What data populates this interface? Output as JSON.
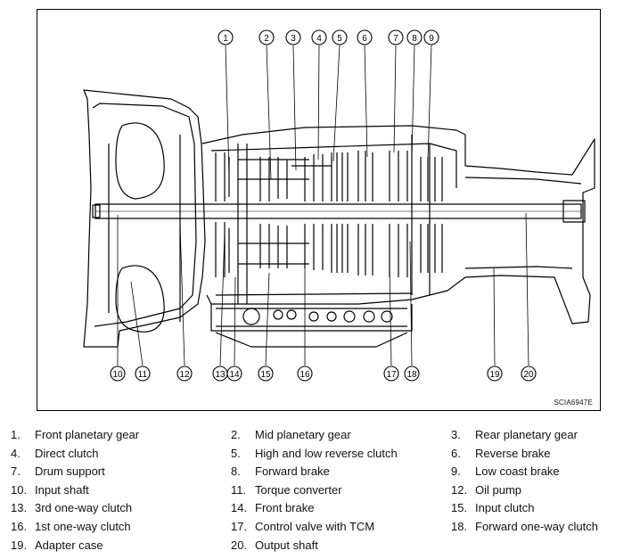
{
  "figure_code": "SCIA6947E",
  "callouts": [
    "1",
    "2",
    "3",
    "4",
    "5",
    "6",
    "7",
    "8",
    "9",
    "10",
    "11",
    "12",
    "13",
    "14",
    "15",
    "16",
    "17",
    "18",
    "19",
    "20"
  ],
  "legend": [
    {
      "num": "1.",
      "label": "Front planetary gear"
    },
    {
      "num": "2.",
      "label": "Mid planetary gear"
    },
    {
      "num": "3.",
      "label": "Rear planetary gear"
    },
    {
      "num": "4.",
      "label": "Direct clutch"
    },
    {
      "num": "5.",
      "label": "High and low reverse clutch"
    },
    {
      "num": "6.",
      "label": "Reverse brake"
    },
    {
      "num": "7.",
      "label": "Drum support"
    },
    {
      "num": "8.",
      "label": "Forward brake"
    },
    {
      "num": "9.",
      "label": "Low coast brake"
    },
    {
      "num": "10.",
      "label": "Input shaft"
    },
    {
      "num": "11.",
      "label": "Torque converter"
    },
    {
      "num": "12.",
      "label": "Oil pump"
    },
    {
      "num": "13.",
      "label": "3rd one-way clutch"
    },
    {
      "num": "14.",
      "label": "Front brake"
    },
    {
      "num": "15.",
      "label": "Input clutch"
    },
    {
      "num": "16.",
      "label": "1st one-way clutch"
    },
    {
      "num": "17.",
      "label": "Control valve with TCM"
    },
    {
      "num": "18.",
      "label": "Forward one-way clutch"
    },
    {
      "num": "19.",
      "label": "Adapter case"
    },
    {
      "num": "20.",
      "label": "Output shaft"
    }
  ]
}
